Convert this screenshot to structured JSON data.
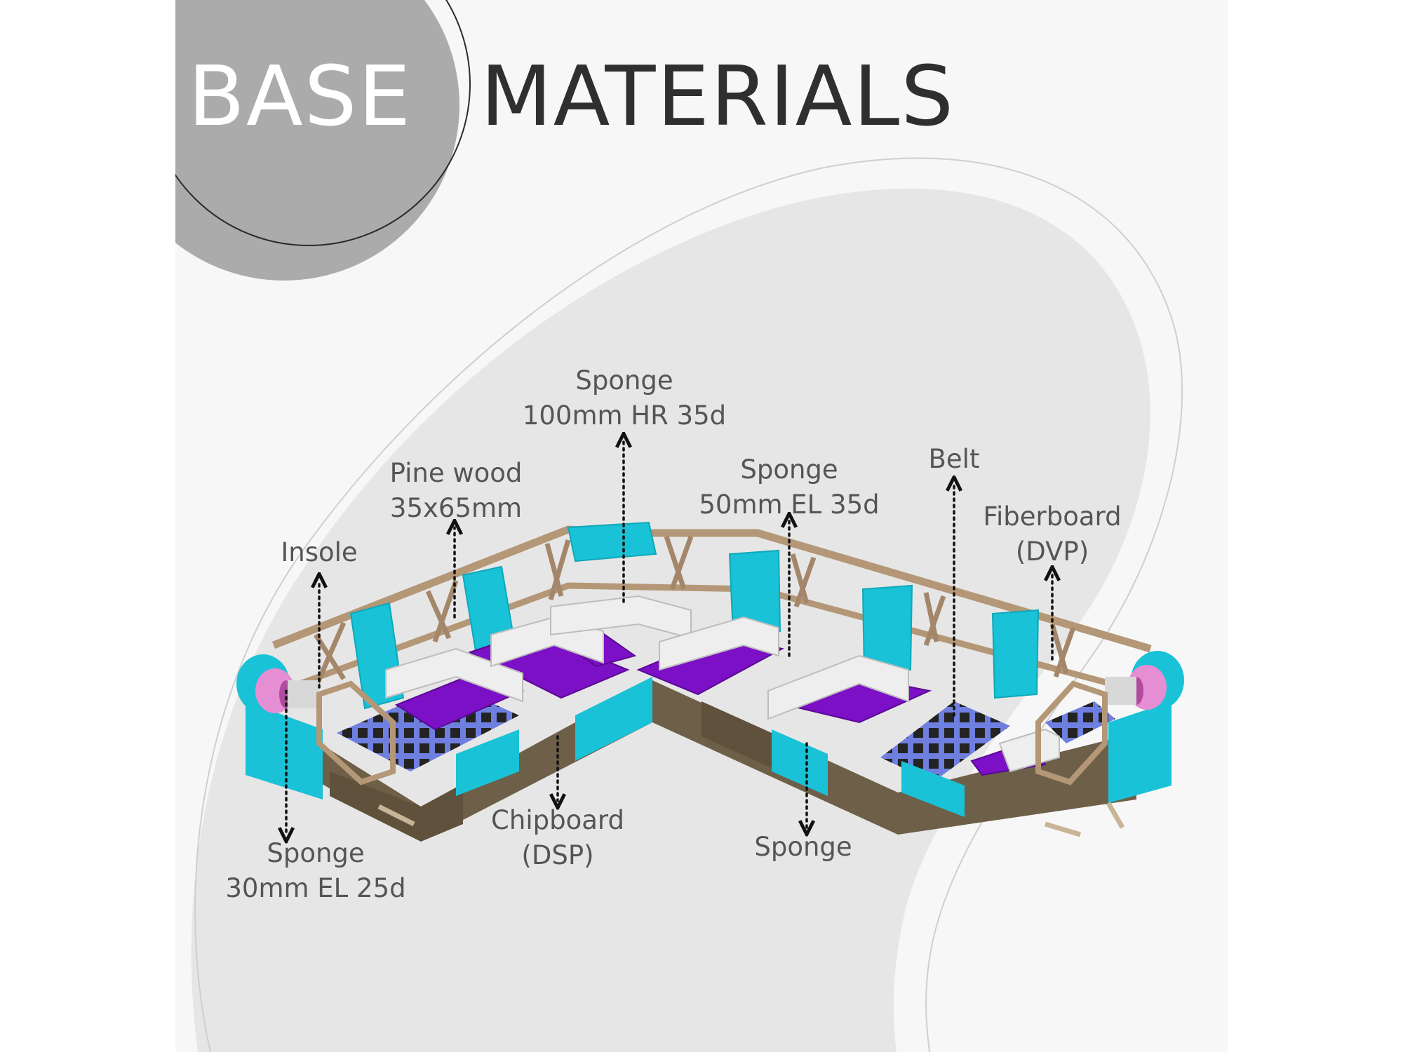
{
  "title": {
    "word1": "BASE",
    "word2": "MATERIALS"
  },
  "colors": {
    "panel_bg": "#f7f7f7",
    "circle": "#ababab",
    "blob": "#e6e6e6",
    "frame_wood": "#b49776",
    "chipboard": "#6e5f48",
    "sponge_blue": "#19c2d6",
    "sponge_purple": "#7b10c6",
    "sponge_white": "#eeeeee",
    "belt": "#6f7fe0",
    "insole_pink": "#e58ed3"
  },
  "labels": {
    "sponge_hr": {
      "line1": "Sponge",
      "line2": "100mm HR 35d"
    },
    "pine": {
      "line1": "Pine wood",
      "line2": "35x65mm"
    },
    "sponge_el35": {
      "line1": "Sponge",
      "line2": "50mm EL 35d"
    },
    "belt": {
      "line1": "Belt"
    },
    "fiberboard": {
      "line1": "Fiberboard",
      "line2": "(DVP)"
    },
    "insole": {
      "line1": "Insole"
    },
    "chipboard": {
      "line1": "Chipboard",
      "line2": "(DSP)"
    },
    "sponge_plain": {
      "line1": "Sponge"
    },
    "sponge_el25": {
      "line1": "Sponge",
      "line2": "30mm EL 25d"
    }
  }
}
